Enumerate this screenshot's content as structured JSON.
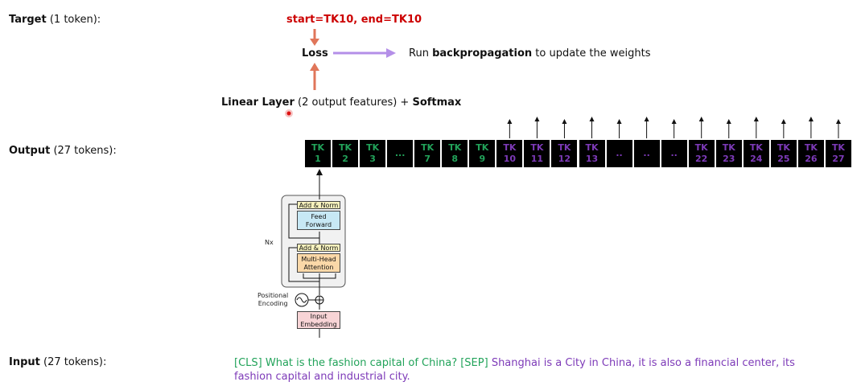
{
  "target": {
    "label": "Target",
    "note": "(1 token):",
    "text": "start=TK10, end=TK10"
  },
  "loss": {
    "label": "Loss",
    "action_prefix": "Run ",
    "action_bold": "backpropagation",
    "action_suffix": " to update the weights"
  },
  "linear": {
    "bold1": "Linear Layer",
    "mid": " (2 output features) + ",
    "bold2": "Softmax"
  },
  "output": {
    "label": "Output",
    "note": "(27 tokens):",
    "tokens": [
      {
        "top": "TK",
        "num": "1",
        "color": "green"
      },
      {
        "top": "TK",
        "num": "2",
        "color": "green"
      },
      {
        "top": "TK",
        "num": "3",
        "color": "green"
      },
      {
        "top": "",
        "num": "...",
        "color": "green"
      },
      {
        "top": "TK",
        "num": "7",
        "color": "green"
      },
      {
        "top": "TK",
        "num": "8",
        "color": "green"
      },
      {
        "top": "TK",
        "num": "9",
        "color": "green"
      },
      {
        "top": "TK",
        "num": "10",
        "color": "purple"
      },
      {
        "top": "TK",
        "num": "11",
        "color": "purple"
      },
      {
        "top": "TK",
        "num": "12",
        "color": "purple"
      },
      {
        "top": "TK",
        "num": "13",
        "color": "purple"
      },
      {
        "top": "",
        "num": "..",
        "color": "purple"
      },
      {
        "top": "",
        "num": "..",
        "color": "purple"
      },
      {
        "top": "",
        "num": "..",
        "color": "purple"
      },
      {
        "top": "TK",
        "num": "22",
        "color": "purple"
      },
      {
        "top": "TK",
        "num": "23",
        "color": "purple"
      },
      {
        "top": "TK",
        "num": "24",
        "color": "purple"
      },
      {
        "top": "TK",
        "num": "25",
        "color": "purple"
      },
      {
        "top": "TK",
        "num": "26",
        "color": "purple"
      },
      {
        "top": "TK",
        "num": "27",
        "color": "purple"
      }
    ]
  },
  "transformer": {
    "nx": "Nx",
    "add_norm": "Add & Norm",
    "feed_forward": "Feed\nForward",
    "attention": "Multi-Head\nAttention",
    "positional": "Positional\nEncoding",
    "input_embedding": "Input\nEmbedding"
  },
  "input": {
    "label": "Input",
    "note": "(27 tokens):",
    "question": "[CLS] What is the fashion capital of China? [SEP]",
    "context": " Shanghai is a City in China, it is also a financial center, its fashion capital and industrial city."
  },
  "colors": {
    "green": "#22a35a",
    "purple": "#7d3ab8",
    "red": "#cc0000",
    "arrow_red": "#e0765a",
    "arrow_violet": "#b48fe8"
  }
}
